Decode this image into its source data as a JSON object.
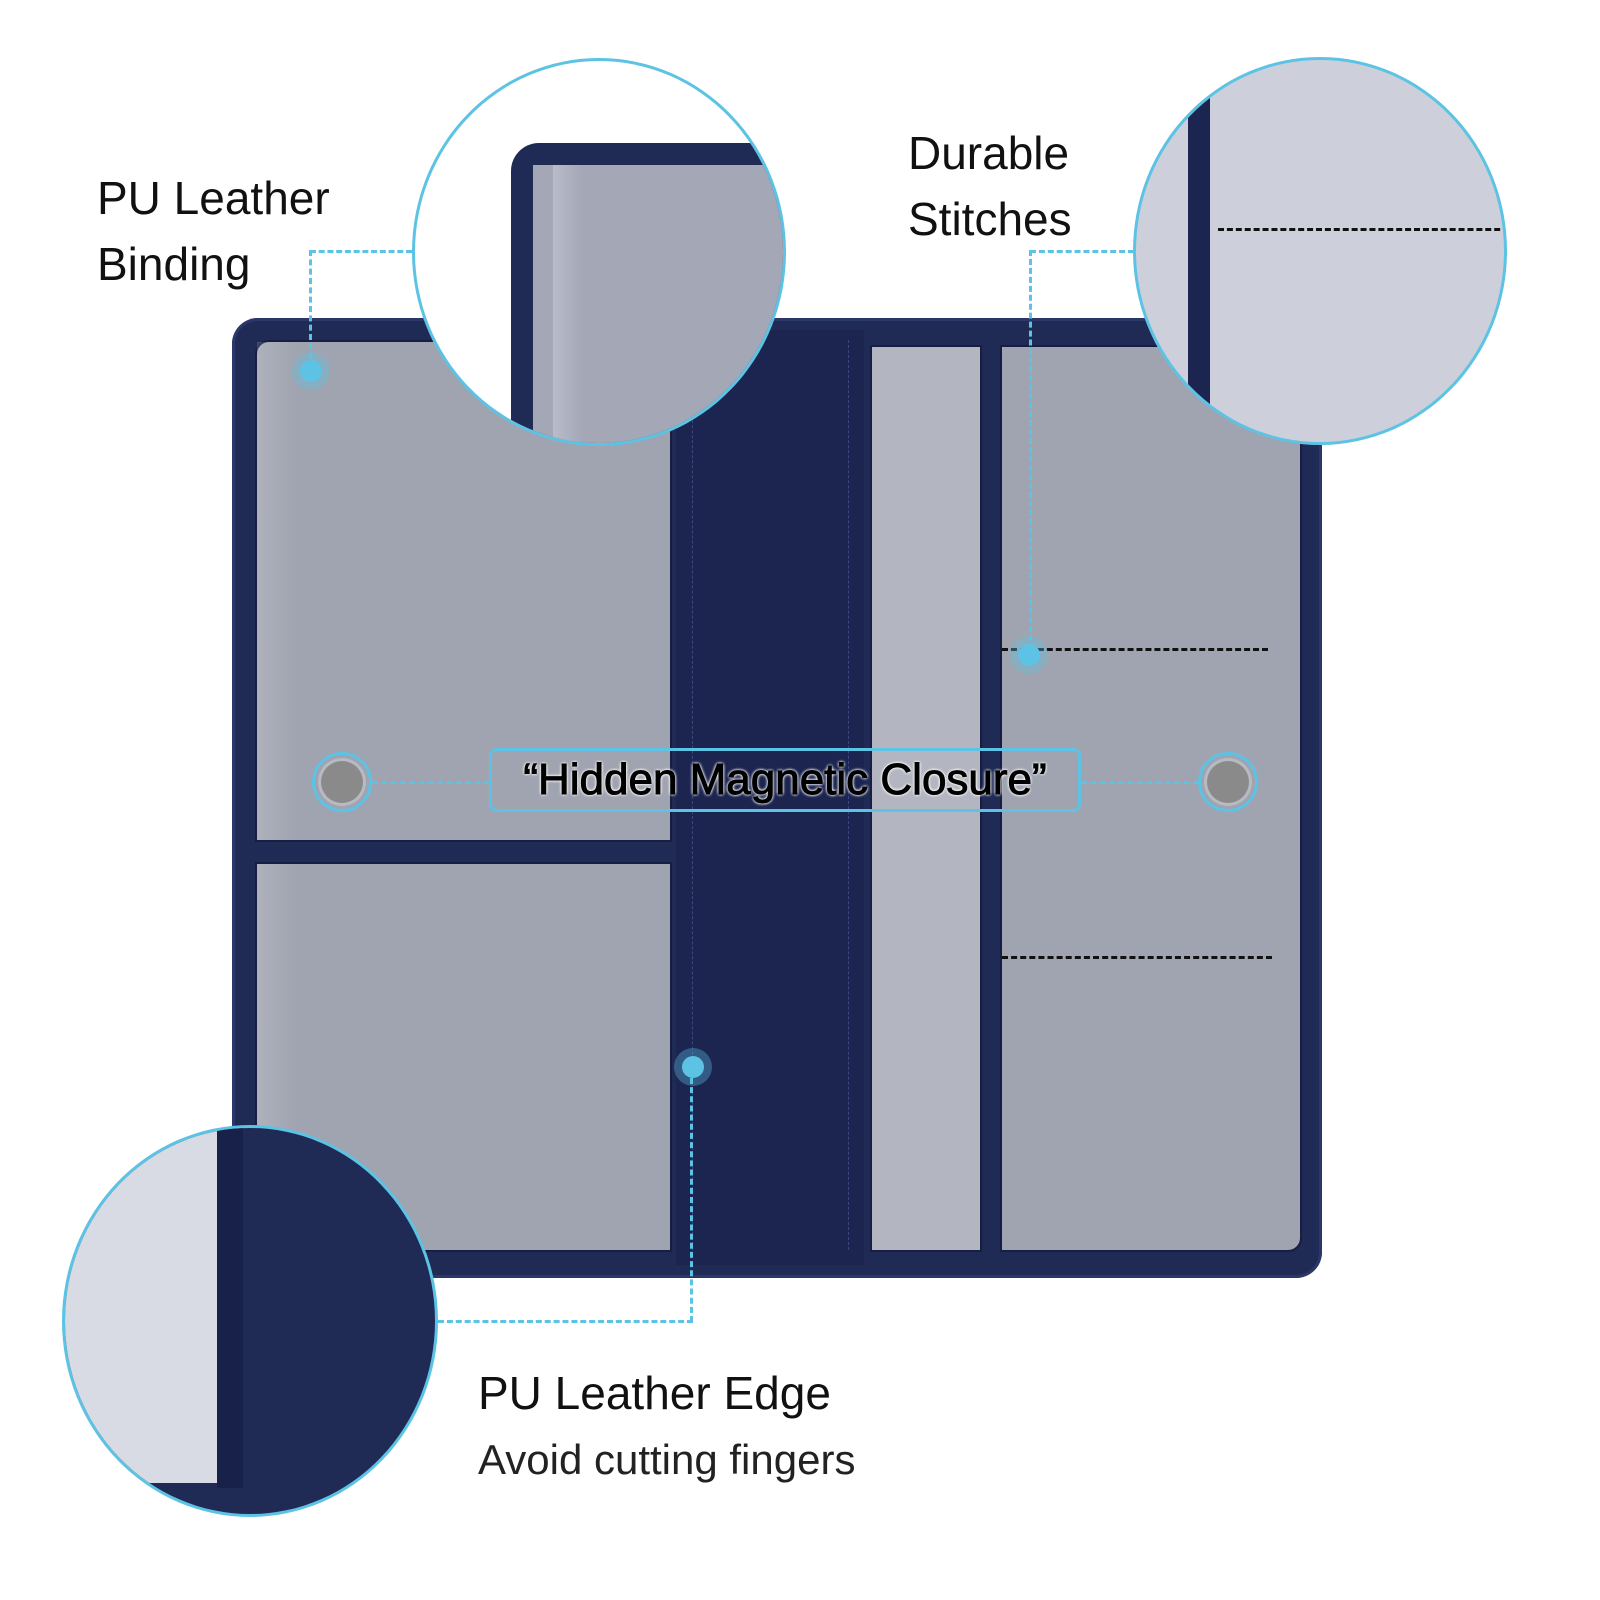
{
  "image": {
    "subject": "Navy blue PU leather long wallet / document holder, opened flat, with feature callouts",
    "colors": {
      "leather": "#1f2a55",
      "pocket": "#a0a4b0",
      "callout_accent": "#5cc3e4",
      "background": "#ffffff"
    }
  },
  "callouts": {
    "binding": {
      "line1": "PU Leather",
      "line2": "Binding"
    },
    "stitches": {
      "line1": "Durable",
      "line2": "Stitches"
    },
    "closure": {
      "text": "“Hidden Magnetic Closure”"
    },
    "edge": {
      "title": "PU Leather Edge",
      "subtitle": "Avoid cutting fingers"
    }
  },
  "icons": {
    "magnet_left": "magnet-icon",
    "magnet_right": "magnet-icon",
    "callout_dot": "callout-dot-icon"
  }
}
